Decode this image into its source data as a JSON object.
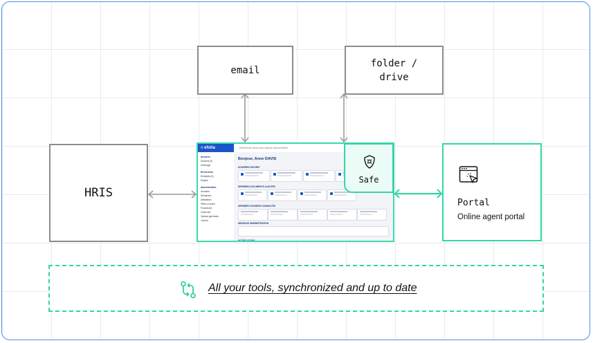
{
  "nodes": {
    "email": "email",
    "folder_drive_line1": "folder /",
    "folder_drive_line2": "drive",
    "hris": "HRIS"
  },
  "app_preview": {
    "logo": "≡ efolia",
    "search": "Rechercher dans votre espace documentaire",
    "greeting": "Bonjour, Anne DAVIS",
    "sections": [
      "DOSSIERS FAVORIS",
      "DERNIERS DOCUMENTS AJOUTÉS",
      "DERNIERS DOSSIERS CONSULTÉS",
      "MESSAGE ADMINISTRATION",
      "NOTIFICATIONS"
    ],
    "sidebar": [
      "Armoires",
      "Dossiers (0)",
      "Archivage",
      "Recherches",
      "Entrepôts (0)",
      "Espace",
      "Administration",
      "Armoires",
      "Demandes",
      "Utilisateurs",
      "Filtres & accès",
      "Procédures",
      "Coffre-fort",
      "Options générales",
      "Journal"
    ]
  },
  "safe": {
    "label": "Safe",
    "icon": "shield-icon"
  },
  "portal": {
    "title": "Portal",
    "subtitle": "Online agent portal",
    "icon": "browser-cursor-icon"
  },
  "banner": {
    "text": "All your tools, synchronized and up to date",
    "icon": "sync-icon"
  },
  "colors": {
    "frame": "#4a90e2",
    "accent": "#2fd6a8",
    "box_border": "#8c8c8c",
    "connector": "#9a9a9a"
  }
}
